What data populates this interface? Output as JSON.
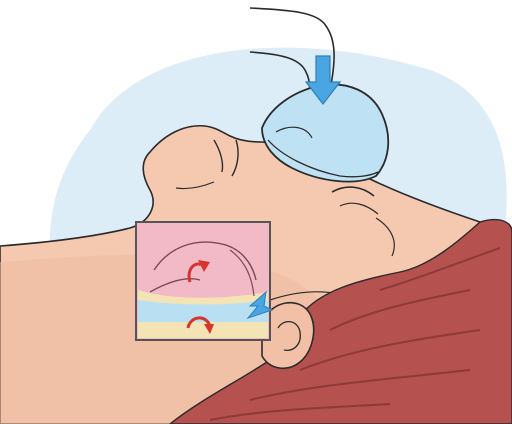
{
  "illustration": {
    "palette": {
      "background": "#ffffff",
      "sky_haze": "#d6eaf6",
      "skin": "#f4c9b0",
      "skin_shadow": "#e9ae96",
      "hair": "#b5514e",
      "hair_dark": "#8e3a39",
      "outline": "#2b2b2b",
      "mask": "#bfe1f4",
      "arrow_blue": "#4aa6e3",
      "inset_pink": "#f2b9c7",
      "inset_cream": "#f4e3b5",
      "inset_blue": "#b9dff3",
      "arrow_red": "#d8342b"
    },
    "elements": {
      "mask": "oxygen-mask",
      "tubes": "oxygen-tube",
      "flow_arrow": "down-arrow-icon",
      "inset": "airway-cutaway",
      "inset_arrow": "side-arrow-icon",
      "circulation_arrows": [
        "curved-arrow-icon",
        "curved-arrow-icon"
      ]
    }
  }
}
